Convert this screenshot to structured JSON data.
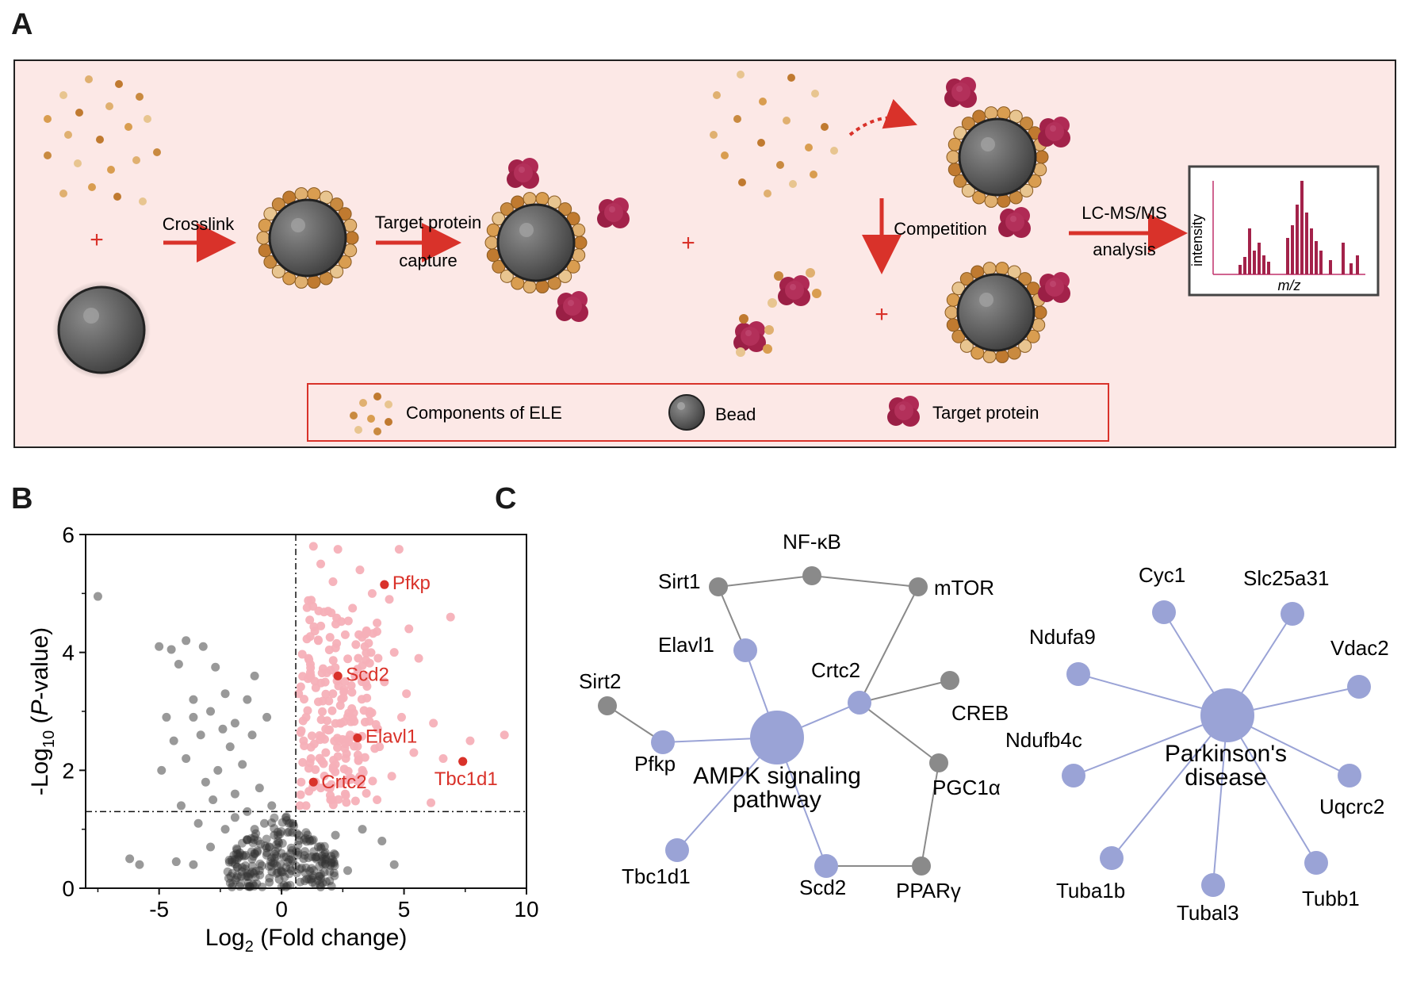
{
  "panels": {
    "a": "A",
    "b": "B",
    "c": "C"
  },
  "panel_a": {
    "steps": {
      "crosslink": "Crosslink",
      "target_capture_1": "Target protein",
      "target_capture_2": "capture",
      "competition": "Competition",
      "lcms_1": "LC-MS/MS",
      "lcms_2": "analysis"
    },
    "plus": "+",
    "spectrum": {
      "ylabel": "intensity",
      "xlabel": "m/z"
    },
    "legend": {
      "components": "Components of ELE",
      "bead": "Bead",
      "target": "Target protein"
    },
    "colors": {
      "background": "#fce8e6",
      "arrow": "#d9322a",
      "bead": "#5a5a5a",
      "protein": "#a3224a",
      "component": "#d9a35c"
    }
  },
  "chart_data": {
    "type": "scatter",
    "xlabel": "Log2 (Fold change)",
    "ylabel": "-Log10 (P-value)",
    "xlim": [
      -8,
      10
    ],
    "ylim": [
      0,
      6
    ],
    "xticks": [
      "-5",
      "0",
      "5",
      "10"
    ],
    "yticks": [
      "0",
      "2",
      "4",
      "6"
    ],
    "thresholds": {
      "x": 0.58,
      "y": 1.3
    },
    "series": [
      {
        "color": "#333333",
        "points": [
          [
            -7.5,
            4.95
          ],
          [
            -5,
            4.1
          ],
          [
            -4.5,
            4.05
          ],
          [
            -3.9,
            4.2
          ],
          [
            -3.2,
            4.1
          ],
          [
            -2.7,
            3.75
          ],
          [
            -4.2,
            3.8
          ],
          [
            -1.1,
            3.6
          ],
          [
            -2.3,
            3.3
          ],
          [
            -3.6,
            3.2
          ],
          [
            -2.9,
            3.0
          ],
          [
            -1.9,
            2.8
          ],
          [
            -3.3,
            2.6
          ],
          [
            -4.4,
            2.5
          ],
          [
            -2.1,
            2.4
          ],
          [
            -1.2,
            2.6
          ],
          [
            -0.6,
            2.9
          ],
          [
            -3.9,
            2.2
          ],
          [
            -2.6,
            2.0
          ],
          [
            -1.6,
            2.1
          ],
          [
            -4.9,
            2.0
          ],
          [
            -3.1,
            1.8
          ],
          [
            -1.9,
            1.6
          ],
          [
            -0.9,
            1.7
          ],
          [
            -2.8,
            1.5
          ],
          [
            -4.1,
            1.4
          ],
          [
            -1.4,
            1.3
          ],
          [
            -0.4,
            1.4
          ],
          [
            -3.4,
            1.1
          ],
          [
            -2.3,
            1.0
          ],
          [
            -1.1,
            1.0
          ],
          [
            -0.3,
            0.9
          ],
          [
            -2.9,
            0.7
          ],
          [
            -1.7,
            0.6
          ],
          [
            -0.6,
            0.6
          ],
          [
            -3.6,
            0.4
          ],
          [
            -4.3,
            0.45
          ],
          [
            -6.2,
            0.5
          ],
          [
            -5.8,
            0.4
          ],
          [
            -0.9,
            0.3
          ],
          [
            -0.2,
            0.25
          ],
          [
            -1.4,
            0.2
          ],
          [
            -0.5,
            0.1
          ],
          [
            0.1,
            0.05
          ],
          [
            -0.1,
            0.15
          ],
          [
            0.4,
            0.3
          ],
          [
            0.9,
            0.5
          ],
          [
            1.5,
            0.7
          ],
          [
            2.2,
            0.9
          ],
          [
            3.3,
            1.0
          ],
          [
            4.1,
            0.8
          ],
          [
            4.6,
            0.4
          ],
          [
            2.7,
            0.3
          ],
          [
            1.2,
            0.15
          ],
          [
            0.7,
            0.9
          ],
          [
            -0.7,
            1.1
          ],
          [
            -1.9,
            1.2
          ],
          [
            0.3,
            1.1
          ],
          [
            -2.4,
            2.7
          ],
          [
            -3.6,
            2.9
          ],
          [
            -1.4,
            3.2
          ],
          [
            -4.7,
            2.9
          ]
        ]
      },
      {
        "color": "#f5b0b8",
        "points": [
          [
            1.3,
            5.8
          ],
          [
            2.3,
            5.75
          ],
          [
            4.8,
            5.75
          ],
          [
            1.6,
            5.5
          ],
          [
            3.2,
            5.4
          ],
          [
            2.1,
            5.2
          ],
          [
            3.7,
            5.0
          ],
          [
            4.4,
            4.9
          ],
          [
            1.9,
            4.7
          ],
          [
            2.9,
            4.75
          ],
          [
            3.9,
            4.5
          ],
          [
            5.2,
            4.4
          ],
          [
            6.9,
            4.6
          ],
          [
            1.5,
            4.2
          ],
          [
            2.6,
            4.3
          ],
          [
            3.4,
            4.1
          ],
          [
            4.6,
            4.0
          ],
          [
            5.6,
            3.9
          ],
          [
            1.1,
            3.9
          ],
          [
            2.0,
            3.7
          ],
          [
            3.0,
            3.6
          ],
          [
            4.2,
            3.5
          ],
          [
            5.1,
            3.3
          ],
          [
            1.4,
            3.4
          ],
          [
            2.4,
            3.1
          ],
          [
            3.6,
            3.0
          ],
          [
            4.9,
            2.9
          ],
          [
            6.2,
            2.8
          ],
          [
            1.0,
            2.9
          ],
          [
            1.8,
            2.7
          ],
          [
            2.8,
            2.6
          ],
          [
            4.0,
            2.4
          ],
          [
            5.4,
            2.3
          ],
          [
            7.7,
            2.5
          ],
          [
            9.1,
            2.6
          ],
          [
            1.2,
            2.2
          ],
          [
            2.2,
            2.1
          ],
          [
            3.3,
            2.0
          ],
          [
            4.5,
            1.9
          ],
          [
            6.6,
            2.2
          ],
          [
            0.8,
            1.8
          ],
          [
            1.6,
            1.7
          ],
          [
            2.6,
            1.6
          ],
          [
            3.9,
            1.5
          ],
          [
            6.1,
            1.45
          ],
          [
            1.0,
            1.4
          ],
          [
            2.0,
            1.5
          ],
          [
            0.9,
            2.5
          ],
          [
            0.7,
            3.3
          ]
        ]
      },
      {
        "color": "#d9322a",
        "points": [
          [
            4.2,
            5.15
          ],
          [
            2.3,
            3.6
          ],
          [
            3.1,
            2.55
          ],
          [
            7.4,
            2.15
          ],
          [
            1.3,
            1.8
          ]
        ]
      }
    ],
    "labels": [
      {
        "text": "Pfkp",
        "x": 4.2,
        "y": 5.15
      },
      {
        "text": "Scd2",
        "x": 2.3,
        "y": 3.6
      },
      {
        "text": "Elavl1",
        "x": 3.1,
        "y": 2.55
      },
      {
        "text": "Tbc1d1",
        "x": 7.4,
        "y": 2.15
      },
      {
        "text": "Crtc2",
        "x": 1.3,
        "y": 1.8
      }
    ]
  },
  "network": {
    "hub_ampk_1": "AMPK signaling",
    "hub_ampk_2": "pathway",
    "hub_pd_1": "Parkinson's",
    "hub_pd_2": "disease",
    "nodes": {
      "sirt1": "Sirt1",
      "nfkb": "NF-κB",
      "mtor": "mTOR",
      "elavl1": "Elavl1",
      "crtc2": "Crtc2",
      "creb": "CREB",
      "sirt2": "Sirt2",
      "pfkp": "Pfkp",
      "pgc1a": "PGC1α",
      "tbc1d1": "Tbc1d1",
      "scd2": "Scd2",
      "ppary": "PPARγ",
      "cyc1": "Cyc1",
      "slc25a31": "Slc25a31",
      "ndufa9": "Ndufa9",
      "vdac2": "Vdac2",
      "ndufb4c": "Ndufb4c",
      "uqcrc2": "Uqcrc2",
      "tuba1b": "Tuba1b",
      "tubal3": "Tubal3",
      "tubb1": "Tubb1"
    },
    "colors": {
      "blue": "#9aa3d6",
      "grey": "#8a8a8a"
    }
  }
}
